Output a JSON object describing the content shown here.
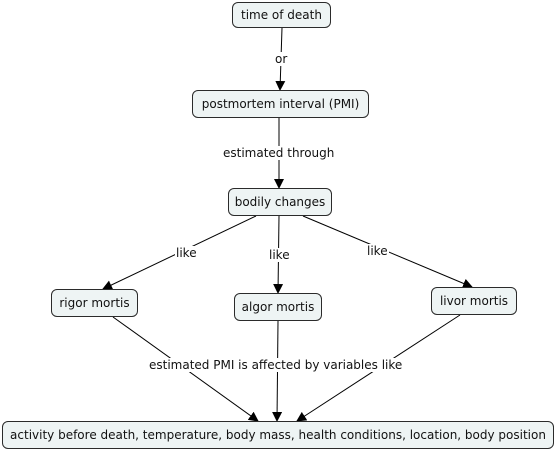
{
  "nodes": {
    "time_of_death": "time of death",
    "pmi": "postmortem interval (PMI)",
    "bodily_changes": "bodily changes",
    "rigor": "rigor mortis",
    "algor": "algor mortis",
    "livor": "livor mortis",
    "factors": "activity before death, temperature, body mass, health conditions, location, body position"
  },
  "links": {
    "or": "or",
    "estimated_through": "estimated through",
    "like_left": "like",
    "like_middle": "like",
    "like_right": "like",
    "affected_by": "estimated PMI is affected by variables like"
  },
  "colors": {
    "node_fill": "#eef4f4",
    "node_border": "#2b2b2b",
    "edge": "#000000"
  }
}
